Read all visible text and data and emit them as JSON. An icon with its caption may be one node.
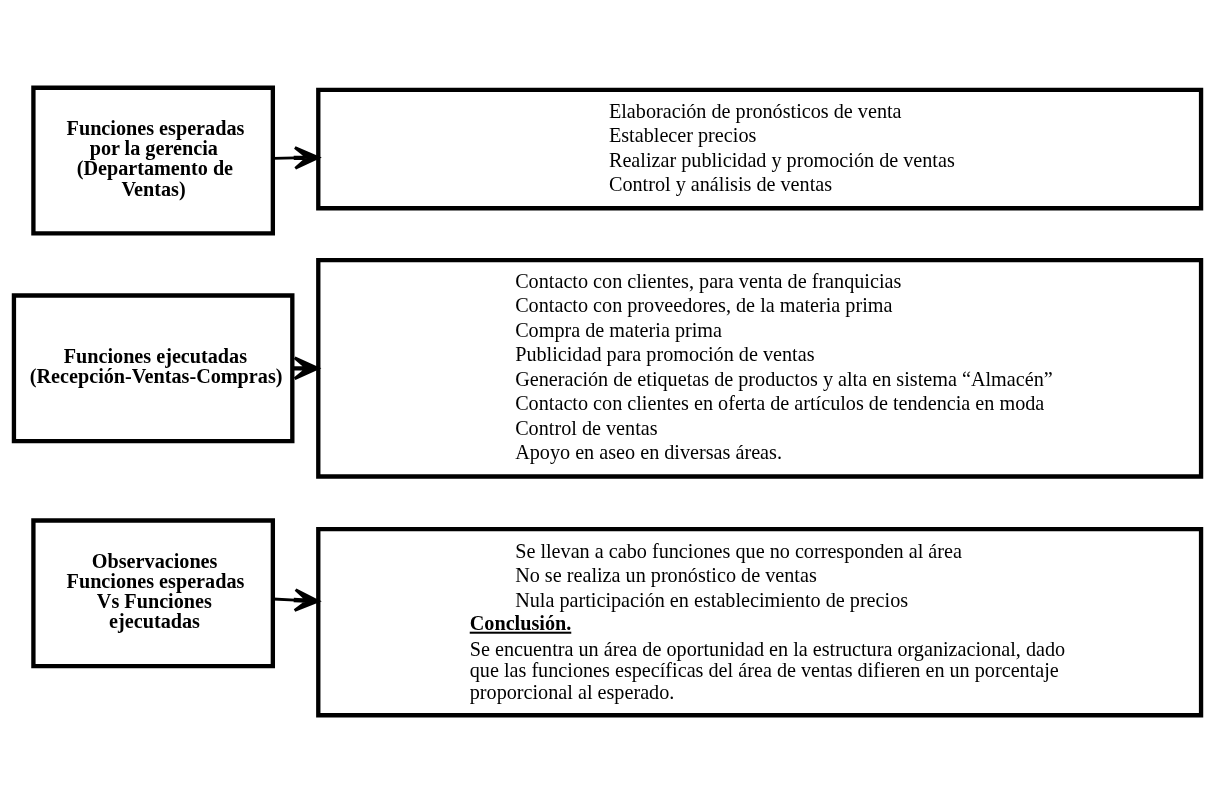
{
  "diagram": {
    "nodes": [
      {
        "text": [
          "Funciones esperadas por la gerencia (Departamento de Ventas)"
        ]
      },
      {
        "text": [
          "Elaboración de pronósticos de venta",
          "Establecer precios",
          "Realizar publicidad y promoción de ventas",
          "Control y análisis de ventas"
        ]
      },
      {
        "text": [
          "Funciones ejecutadas (Recepción-Ventas-Compras)"
        ]
      },
      {
        "text": [
          "Contacto con clientes, para venta de franquicias",
          "Contacto con proveedores, de la materia prima",
          "Compra de materia prima",
          "Publicidad para promoción de ventas",
          "Generación de etiquetas de productos y alta en sistema “Almacén”",
          "Contacto con clientes en oferta de artículos de tendencia en moda",
          "Control de ventas",
          "Apoyo en aseo en diversas áreas."
        ]
      },
      {
        "text": [
          "Observaciones Funciones esperadas Vs Funciones ejecutadas"
        ]
      },
      {
        "text": [
          "Se llevan a cabo funciones que no corresponden al área",
          "No se realiza un pronóstico de ventas",
          "Nula participación en establecimiento de precios",
          "Conclusión.",
          "Se encuentra un área de oportunidad en la estructura organizacional, dado que las funciones específicas del área de ventas difieren en un porcentaje proporcional al esperado."
        ]
      }
    ],
    "edges": [
      {
        "from": 0,
        "to": 1,
        "arrow": "to"
      },
      {
        "from": 2,
        "to": 3,
        "arrow": "to"
      },
      {
        "from": 4,
        "to": 5,
        "arrow": "to"
      }
    ]
  }
}
